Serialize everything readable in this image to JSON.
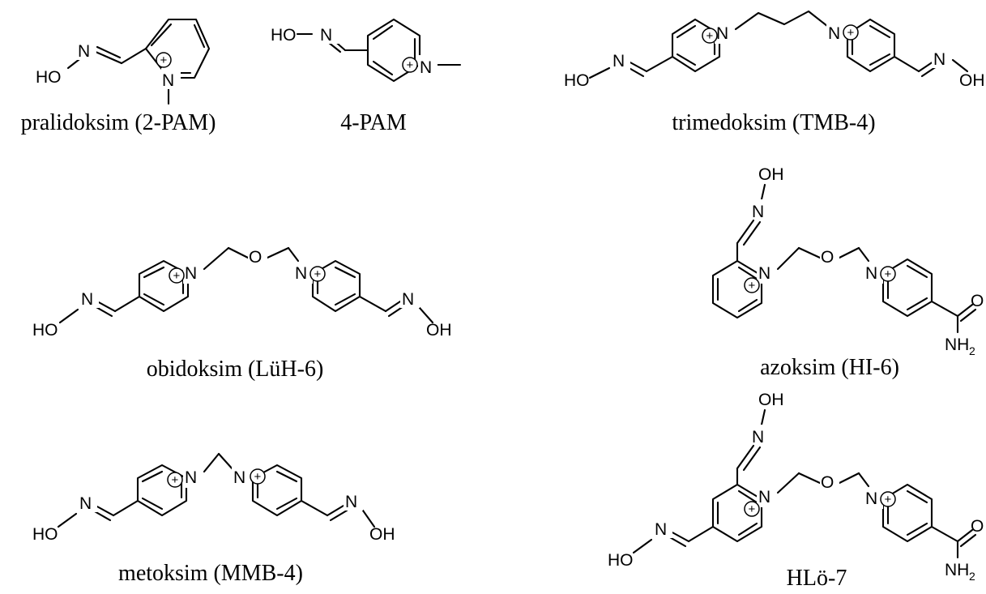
{
  "captions": {
    "pralidoksim": "pralidoksim (2-PAM)",
    "pam4": "4-PAM",
    "trimedoksim": "trimedoksim (TMB-4)",
    "obidoksim": "obidoksim (LüH-6)",
    "azoksim": "azoksim (HI-6)",
    "metoksim": "metoksim (MMB-4)",
    "hlo7": "HLö-7"
  },
  "atoms": {
    "N": "N",
    "O": "O",
    "HO": "HO",
    "OH": "OH",
    "NH": "NH",
    "H2": "2",
    "plus": "+"
  }
}
